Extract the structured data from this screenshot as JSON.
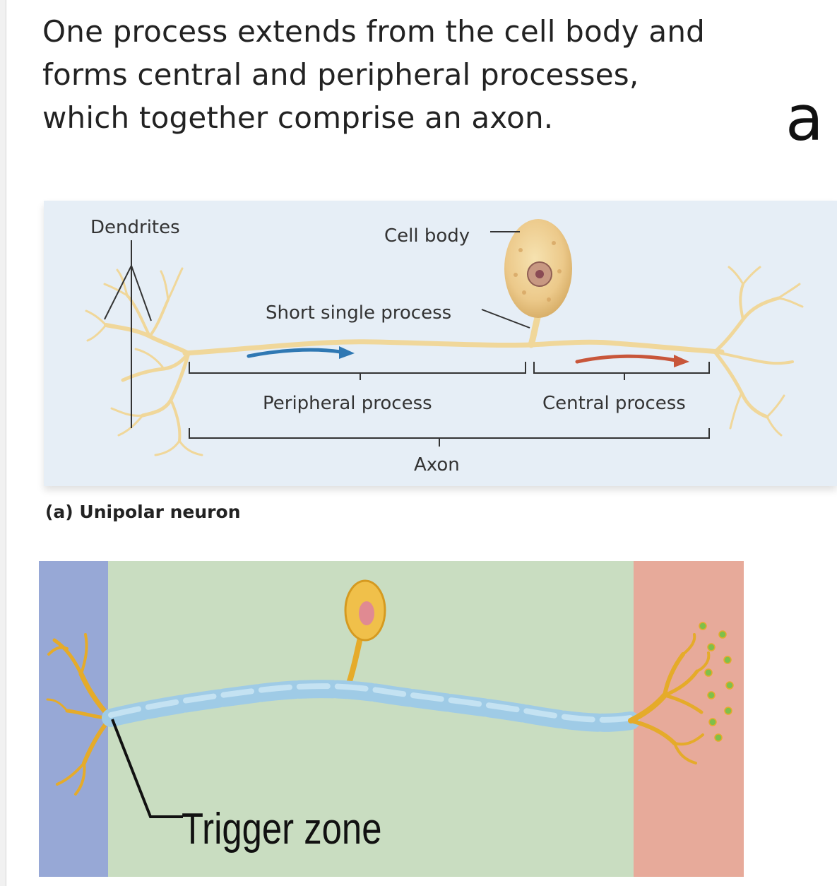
{
  "heading": "One process extends from the cell body and forms central and peripheral processes, which together comprise an axon.",
  "side_letter": "a",
  "diagram_a": {
    "labels": {
      "dendrites": "Dendrites",
      "cell_body": "Cell body",
      "short_single_process": "Short single process",
      "peripheral_process": "Peripheral process",
      "central_process": "Central process",
      "axon": "Axon"
    },
    "caption": "(a) Unipolar neuron"
  },
  "diagram_b": {
    "trigger_zone": "Trigger zone"
  },
  "colors": {
    "panel_a_bg": "#e6eef6",
    "neuron": "#f0d79a",
    "arrow_peripheral": "#2f78b3",
    "arrow_central": "#c8563a",
    "band_left": "#97a8d6",
    "band_middle": "#c9ddc1",
    "band_right": "#e7aa9a",
    "myelin": "#9fcbe6",
    "neuron_b": "#e5ab2a"
  }
}
